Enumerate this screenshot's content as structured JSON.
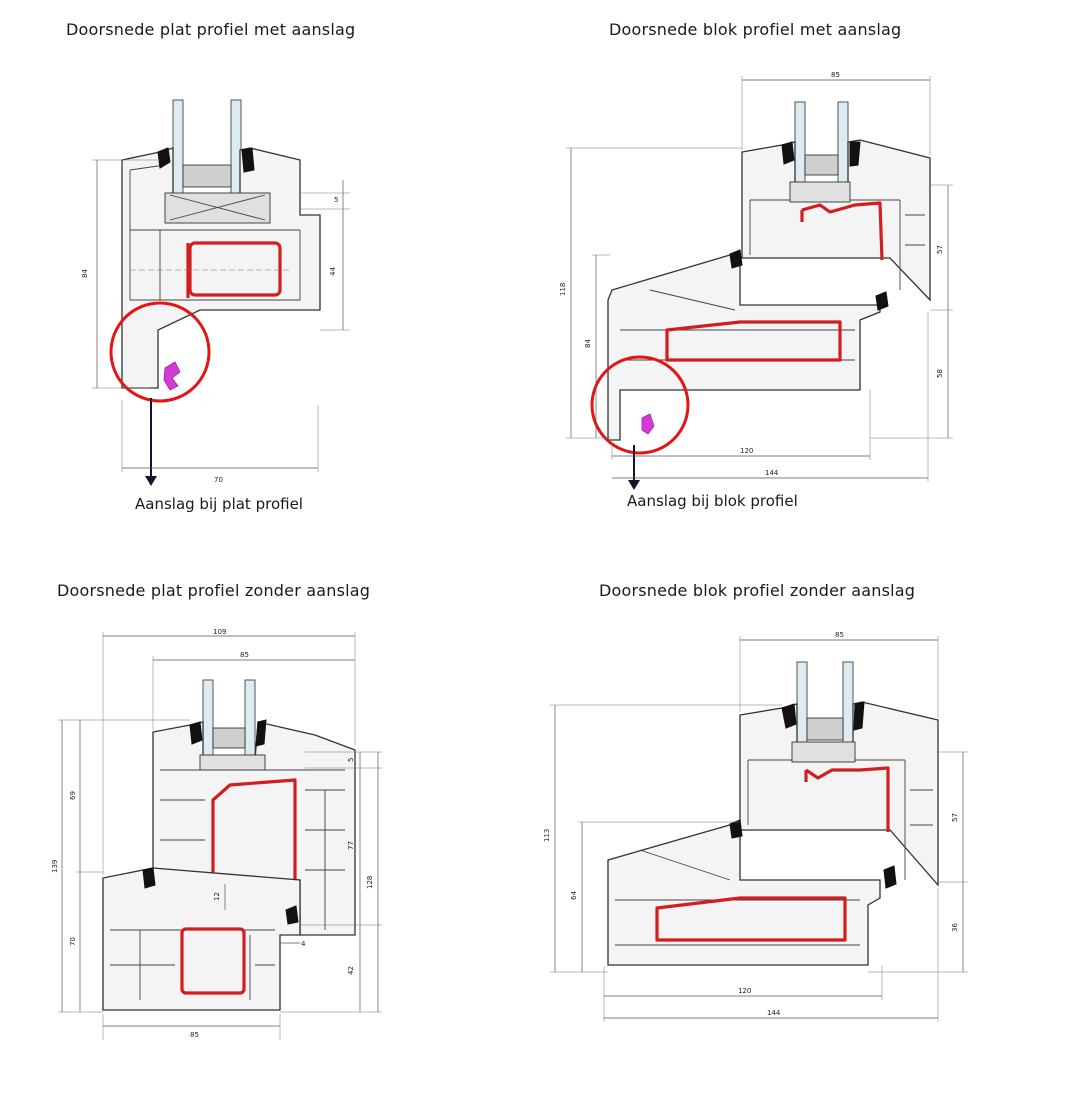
{
  "titles": {
    "top_left": "Doorsnede plat profiel met aanslag",
    "top_right": "Doorsnede blok profiel met aanslag",
    "bottom_left": "Doorsnede plat profiel zonder aanslag",
    "bottom_right": "Doorsnede blok profiel zonder aanslag"
  },
  "captions": {
    "plat": "Aanslag bij plat profiel",
    "blok": "Aanslag bij blok profiel"
  },
  "colors": {
    "steel_reinforcement": "#d21e1e",
    "highlight_circle": "#e51414",
    "aanslag_gasket": "#d43bd6",
    "arrow": "#1c1030"
  },
  "dimensions": {
    "tl": {
      "height": "84",
      "top_small": "5",
      "right": "44",
      "bottom": "70"
    },
    "tr": {
      "top": "85",
      "total_height": "118",
      "left": "84",
      "right_top": "57",
      "right_bottom": "58",
      "width_120": "120",
      "width_144": "144"
    },
    "bl": {
      "top_109": "109",
      "top_85": "85",
      "left_139": "139",
      "left_69": "69",
      "left_70": "70",
      "right_5": "5",
      "right_77": "77",
      "right_128": "128",
      "right_42": "42",
      "mid_12": "12",
      "mid_4": "4",
      "bottom_85": "85"
    },
    "br": {
      "top": "85",
      "left_113": "113",
      "left_64": "64",
      "right_57": "57",
      "right_36": "36",
      "width_120": "120",
      "width_144": "144"
    }
  }
}
